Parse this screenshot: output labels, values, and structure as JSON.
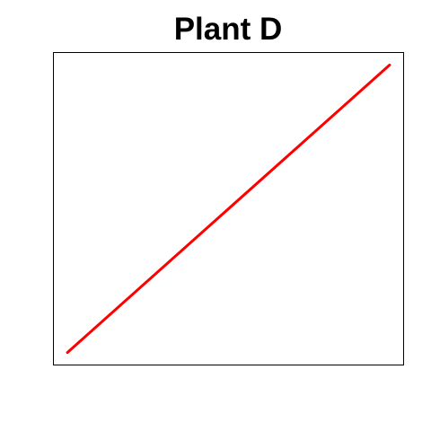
{
  "chart_data": {
    "type": "line",
    "title": "Plant D",
    "xlabel": "",
    "ylabel": "",
    "xlim": [
      0,
      1
    ],
    "ylim": [
      0,
      1
    ],
    "grid": false,
    "axes_ticks": false,
    "series": [
      {
        "color": "#ff0000",
        "x": [
          0,
          1
        ],
        "y": [
          0,
          1
        ]
      }
    ]
  }
}
